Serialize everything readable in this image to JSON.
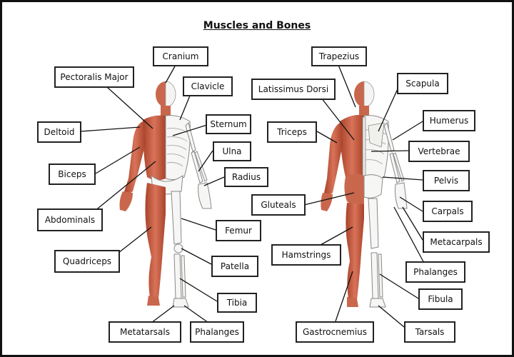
{
  "title": "Muscles and Bones",
  "labels": {
    "cranium": "Cranium",
    "pectoralis_major": "Pectoralis Major",
    "clavicle": "Clavicle",
    "deltoid": "Deltoid",
    "sternum": "Sternum",
    "ulna": "Ulna",
    "biceps": "Biceps",
    "radius": "Radius",
    "abdominals": "Abdominals",
    "femur": "Femur",
    "quadriceps": "Quadriceps",
    "patella": "Patella",
    "tibia": "Tibia",
    "metatarsals": "Metatarsals",
    "phalanges_foot": "Phalanges",
    "trapezius": "Trapezius",
    "latissimus_dorsi": "Latissimus Dorsi",
    "scapula": "Scapula",
    "triceps": "Triceps",
    "humerus": "Humerus",
    "vertebrae": "Vertebrae",
    "pelvis": "Pelvis",
    "gluteals": "Gluteals",
    "carpals": "Carpals",
    "metacarpals": "Metacarpals",
    "hamstrings": "Hamstrings",
    "phalanges_hand": "Phalanges",
    "fibula": "Fibula",
    "gastrocnemius": "Gastrocnemius",
    "tarsals": "Tarsals"
  },
  "colors": {
    "muscle": "#c75a3c",
    "muscle_dark": "#9e3a24",
    "bone": "#f6f6f4",
    "bone_outline": "#8a8a8a",
    "line": "#111111"
  }
}
